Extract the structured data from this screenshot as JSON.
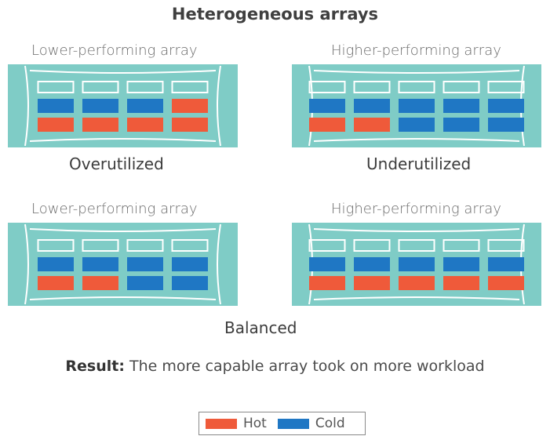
{
  "title": "Heterogeneous arrays",
  "colors": {
    "hot": "#ef5a3a",
    "cold": "#1f77c4",
    "chassis": "#7fccc6",
    "chassis_line": "#ffffff"
  },
  "scenarios": [
    {
      "state": "Overutilized",
      "arrays": [
        {
          "label": "Lower-performing array",
          "columns": 4,
          "row1": [
            "cold",
            "cold",
            "cold",
            "hot"
          ],
          "row2": [
            "hot",
            "hot",
            "hot",
            "hot"
          ]
        },
        {
          "label": "Higher-performing array",
          "columns": 5,
          "row1": [
            "cold",
            "cold",
            "cold",
            "cold",
            "cold"
          ],
          "row2": [
            "hot",
            "hot",
            "cold",
            "cold",
            "cold"
          ]
        }
      ]
    },
    {
      "state": "Underutilized",
      "arrays": []
    },
    {
      "state": "Balanced",
      "arrays": [
        {
          "label": "Lower-performing array",
          "columns": 4,
          "row1": [
            "cold",
            "cold",
            "cold",
            "cold"
          ],
          "row2": [
            "hot",
            "hot",
            "cold",
            "cold"
          ]
        },
        {
          "label": "Higher-performing array",
          "columns": 5,
          "row1": [
            "cold",
            "cold",
            "cold",
            "cold",
            "cold"
          ],
          "row2": [
            "hot",
            "hot",
            "hot",
            "hot",
            "hot"
          ]
        }
      ]
    }
  ],
  "result": {
    "prefix": "Result:",
    "text": " The more capable array took on more workload"
  },
  "legend": {
    "hot_label": "Hot",
    "cold_label": "Cold"
  }
}
